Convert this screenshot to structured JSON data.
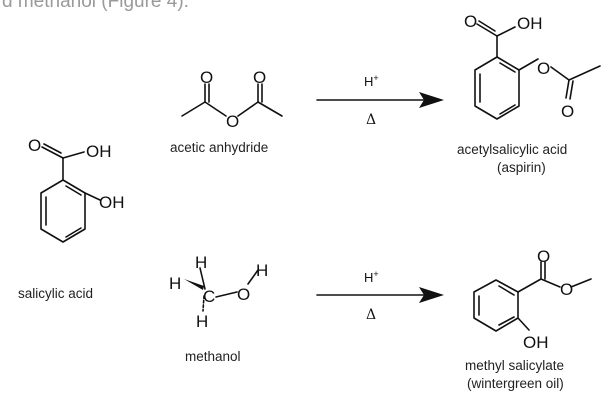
{
  "intro_text": "d methanol (Figure 4).",
  "reactant": {
    "name": "salicylic acid"
  },
  "reaction1": {
    "reagent": "acetic anhydride",
    "condition_top": "H",
    "condition_top_sup": "+",
    "condition_bottom": "Δ",
    "product": "acetylsalicylic acid",
    "product_alt": "(aspirin)"
  },
  "reaction2": {
    "reagent": "methanol",
    "condition_top": "H",
    "condition_top_sup": "+",
    "condition_bottom": "Δ",
    "product": "methyl salicylate",
    "product_alt": "(wintergreen oil)"
  },
  "atoms": {
    "O": "O",
    "OH": "OH",
    "H": "H",
    "C": "C"
  },
  "colors": {
    "ink": "#111111",
    "intro_text": "#9a9a9a"
  }
}
